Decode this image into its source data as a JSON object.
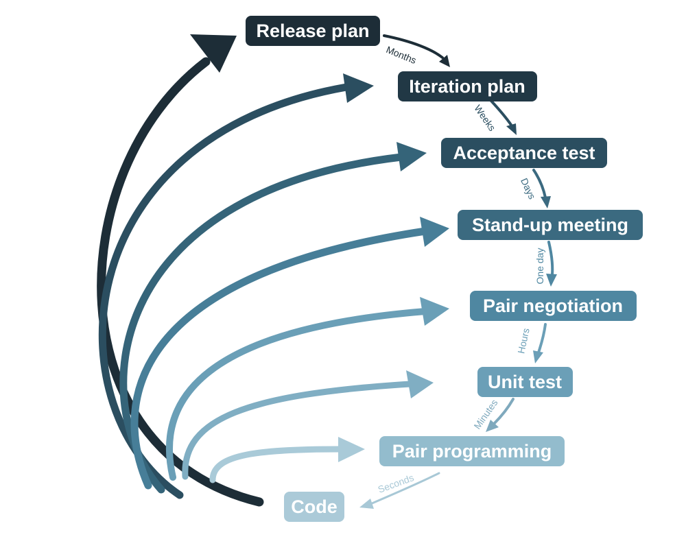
{
  "nodes": [
    {
      "id": "release-plan",
      "label": "Release plan",
      "color": "#1d2d37"
    },
    {
      "id": "iteration-plan",
      "label": "Iteration plan",
      "color": "#213845"
    },
    {
      "id": "acceptance-test",
      "label": "Acceptance test",
      "color": "#2b4e60"
    },
    {
      "id": "stand-up-meeting",
      "label": "Stand-up meeting",
      "color": "#3b6a80"
    },
    {
      "id": "pair-negotiation",
      "label": "Pair negotiation",
      "color": "#4f87a1"
    },
    {
      "id": "unit-test",
      "label": "Unit test",
      "color": "#6b9fb7"
    },
    {
      "id": "pair-programming",
      "label": "Pair programming",
      "color": "#93bccd"
    },
    {
      "id": "code",
      "label": "Code",
      "color": "#abcad8"
    }
  ],
  "timescales": [
    {
      "id": "months",
      "label": "Months",
      "color": "#1d2d37"
    },
    {
      "id": "weeks",
      "label": "Weeks",
      "color": "#2b4e60"
    },
    {
      "id": "days",
      "label": "Days",
      "color": "#3b6a80"
    },
    {
      "id": "one-day",
      "label": "One day",
      "color": "#4f87a1"
    },
    {
      "id": "hours",
      "label": "Hours",
      "color": "#6b9fb7"
    },
    {
      "id": "minutes",
      "label": "Minutes",
      "color": "#7fa9bd"
    },
    {
      "id": "seconds",
      "label": "Seconds",
      "color": "#a8c8d6"
    }
  ],
  "feedback_arrows": [
    {
      "id": "to-release-plan",
      "color": "#1d2d37"
    },
    {
      "id": "to-iteration-plan",
      "color": "#2b4e60"
    },
    {
      "id": "to-acceptance-test",
      "color": "#356479"
    },
    {
      "id": "to-stand-up-meeting",
      "color": "#477e98"
    },
    {
      "id": "to-pair-negotiation",
      "color": "#6a9fb7"
    },
    {
      "id": "to-unit-test",
      "color": "#80aec3"
    },
    {
      "id": "to-pair-programming",
      "color": "#a9cad8"
    }
  ]
}
